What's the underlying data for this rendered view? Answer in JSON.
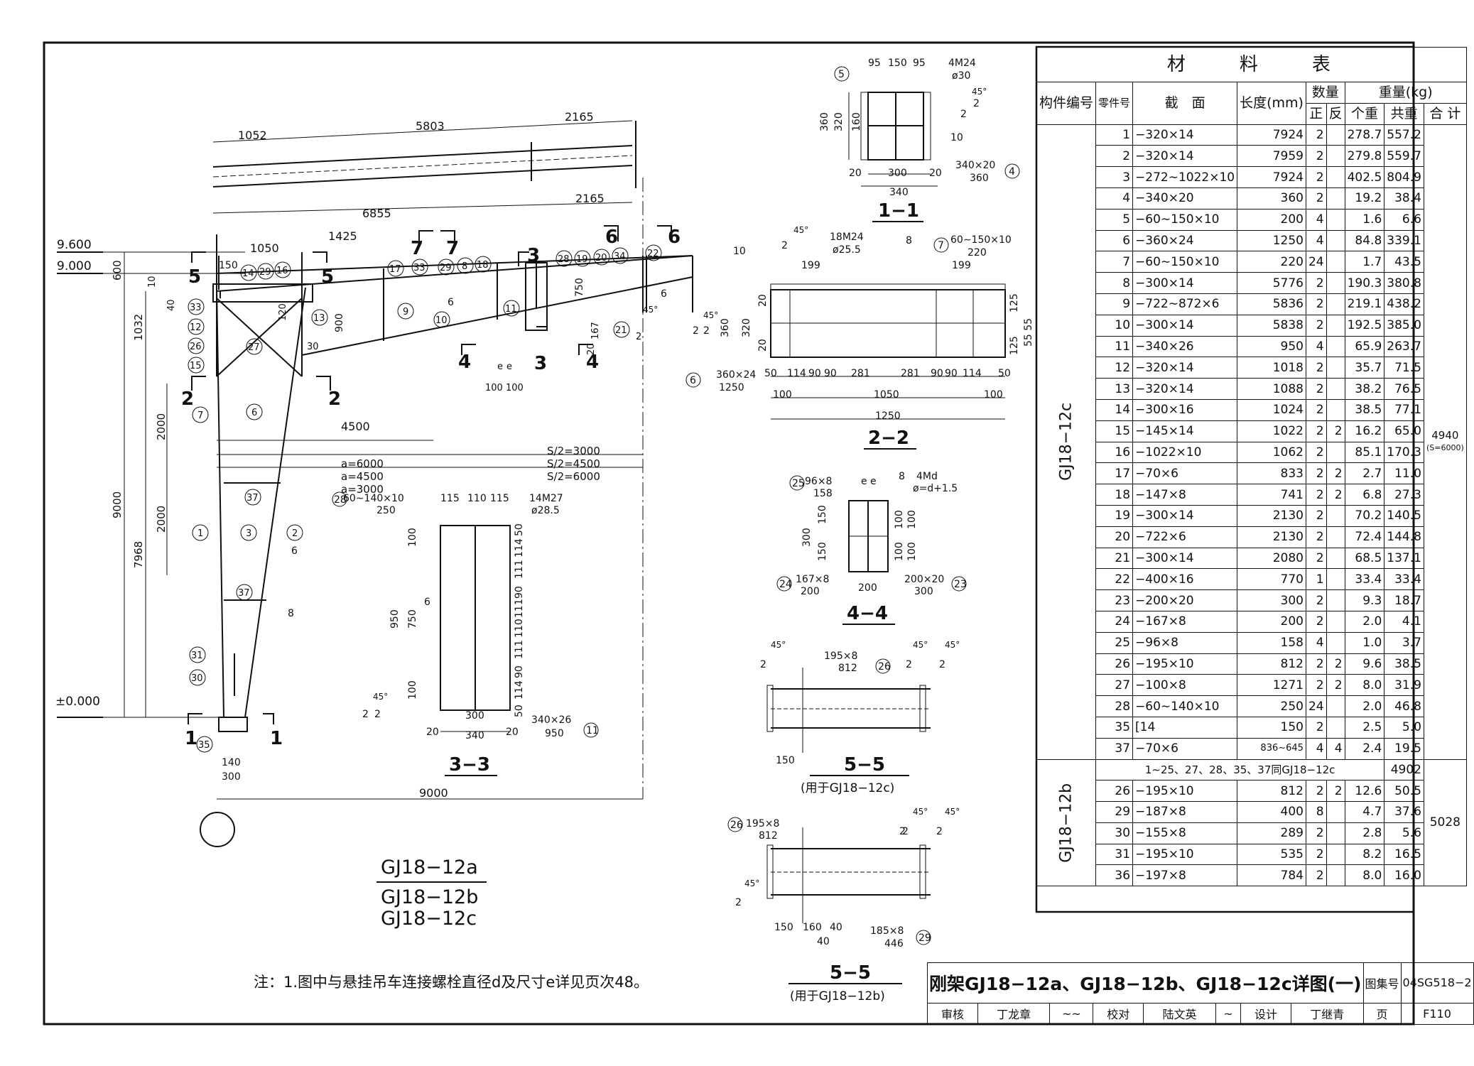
{
  "drawing": {
    "top_dims": [
      "1052",
      "5803",
      "2165",
      "6855",
      "2165",
      "1425",
      "1050",
      "150",
      "4500"
    ],
    "elevations": [
      "9.600",
      "9.000",
      "±0.000"
    ],
    "left_dims": [
      "600",
      "1032",
      "9000",
      "7968",
      "2000",
      "2000",
      "40",
      "10",
      "120",
      "900",
      "30"
    ],
    "spans": [
      "a=6000",
      "a=4500",
      "a=3000",
      "S/2=3000",
      "S/2=4500",
      "S/2=6000"
    ],
    "bottom_dims": [
      "9000",
      "140",
      "300"
    ],
    "small_dims": [
      "750",
      "167",
      "20",
      "e",
      "e",
      "100",
      "100",
      "45°",
      "2",
      "6",
      "6",
      "6",
      "8"
    ],
    "section_marks": [
      "5",
      "5",
      "7",
      "7",
      "3",
      "3",
      "6",
      "6",
      "2",
      "2",
      "4",
      "4",
      "1",
      "1"
    ],
    "part_balloons": [
      "14",
      "29",
      "16",
      "17",
      "33",
      "29",
      "8",
      "18",
      "28",
      "19",
      "20",
      "34",
      "22",
      "33",
      "12",
      "26",
      "27",
      "13",
      "15",
      "9",
      "10",
      "11",
      "21",
      "7",
      "6",
      "37",
      "1",
      "3",
      "2",
      "37",
      "31",
      "30",
      "35"
    ],
    "frame_labels": [
      "GJ18−12a",
      "GJ18−12b",
      "GJ18−12c"
    ],
    "note": "注：1.图中与悬挂吊车连接螺栓直径d及尺寸e详见页次48。"
  },
  "sections": {
    "s1": {
      "title": "1−1",
      "labels": [
        "95",
        "150",
        "95",
        "4M24",
        "ø30",
        "45°",
        "2",
        "2",
        "10",
        "360",
        "320",
        "160",
        "20",
        "300",
        "20",
        "340",
        "340×20",
        "360",
        "5",
        "4"
      ]
    },
    "s2": {
      "title": "2−2",
      "labels": [
        "45°",
        "2",
        "18M24",
        "ø25.5",
        "8",
        "60∼150×10",
        "220",
        "7",
        "199",
        "199",
        "10",
        "360",
        "320",
        "20",
        "20",
        "125",
        "125",
        "55 55",
        "360×24",
        "1250",
        "6",
        "50",
        "114",
        "90",
        "90",
        "281",
        "281",
        "90",
        "90",
        "114",
        "50",
        "100",
        "1050",
        "100",
        "1250",
        "45°",
        "2",
        "2"
      ]
    },
    "s3": {
      "title": "3−3",
      "labels": [
        "60∼140×10",
        "250",
        "28",
        "115",
        "110",
        "115",
        "14M27",
        "ø28.5",
        "950",
        "750",
        "100",
        "100",
        "50",
        "114",
        "111",
        "90",
        "111",
        "110",
        "111",
        "90",
        "114",
        "50",
        "6",
        "45°",
        "2",
        "2",
        "20",
        "300",
        "20",
        "340",
        "340×26",
        "950",
        "11"
      ]
    },
    "s4": {
      "title": "4−4",
      "labels": [
        "96×8",
        "158",
        "25",
        "e",
        "e",
        "8",
        "4Md",
        "ø=d+1.5",
        "300",
        "150",
        "150",
        "100",
        "100",
        "100",
        "100",
        "167×8",
        "200",
        "24",
        "200",
        "200×20",
        "300",
        "23"
      ]
    },
    "s5c": {
      "title": "5−5",
      "subtitle": "(用于GJ18−12c)",
      "labels": [
        "45°",
        "2",
        "195×8",
        "812",
        "26",
        "45°",
        "2",
        "45°",
        "2",
        "150"
      ]
    },
    "s5b": {
      "title": "5−5",
      "subtitle": "(用于GJ18−12b)",
      "labels": [
        "195×8",
        "812",
        "26",
        "45°",
        "2",
        "45°",
        "2",
        "2",
        "45°",
        "2",
        "150",
        "160",
        "40",
        "40",
        "185×8",
        "446",
        "29"
      ]
    }
  },
  "material_table": {
    "title": "材　　料　　表",
    "headers": {
      "member": "构件编号",
      "part": "零件号",
      "section": "截　面",
      "length": "长度(mm)",
      "qty": "数量",
      "qty_pos": "正",
      "qty_neg": "反",
      "weight": "重量(kg)",
      "unit_w": "个重",
      "total_w": "共重",
      "sum": "合 计"
    },
    "group_c": {
      "label": "GJ18−12c",
      "total": "4940",
      "total_note": "(S=6000)",
      "rows": [
        [
          "1",
          "−320×14",
          "7924",
          "2",
          "",
          "278.7",
          "557.2"
        ],
        [
          "2",
          "−320×14",
          "7959",
          "2",
          "",
          "279.8",
          "559.7"
        ],
        [
          "3",
          "−272∼1022×10",
          "7924",
          "2",
          "",
          "402.5",
          "804.9"
        ],
        [
          "4",
          "−340×20",
          "360",
          "2",
          "",
          "19.2",
          "38.4"
        ],
        [
          "5",
          "−60∼150×10",
          "200",
          "4",
          "",
          "1.6",
          "6.6"
        ],
        [
          "6",
          "−360×24",
          "1250",
          "4",
          "",
          "84.8",
          "339.1"
        ],
        [
          "7",
          "−60∼150×10",
          "220",
          "24",
          "",
          "1.7",
          "43.5"
        ],
        [
          "8",
          "−300×14",
          "5776",
          "2",
          "",
          "190.3",
          "380.8"
        ],
        [
          "9",
          "−722∼872×6",
          "5836",
          "2",
          "",
          "219.1",
          "438.2"
        ],
        [
          "10",
          "−300×14",
          "5838",
          "2",
          "",
          "192.5",
          "385.0"
        ],
        [
          "11",
          "−340×26",
          "950",
          "4",
          "",
          "65.9",
          "263.7"
        ],
        [
          "12",
          "−320×14",
          "1018",
          "2",
          "",
          "35.7",
          "71.5"
        ],
        [
          "13",
          "−320×14",
          "1088",
          "2",
          "",
          "38.2",
          "76.5"
        ],
        [
          "14",
          "−300×16",
          "1024",
          "2",
          "",
          "38.5",
          "77.1"
        ],
        [
          "15",
          "−145×14",
          "1022",
          "2",
          "2",
          "16.2",
          "65.0"
        ],
        [
          "16",
          "−1022×10",
          "1062",
          "2",
          "",
          "85.1",
          "170.3"
        ],
        [
          "17",
          "−70×6",
          "833",
          "2",
          "2",
          "2.7",
          "11.0"
        ],
        [
          "18",
          "−147×8",
          "741",
          "2",
          "2",
          "6.8",
          "27.3"
        ],
        [
          "19",
          "−300×14",
          "2130",
          "2",
          "",
          "70.2",
          "140.5"
        ],
        [
          "20",
          "−722×6",
          "2130",
          "2",
          "",
          "72.4",
          "144.8"
        ],
        [
          "21",
          "−300×14",
          "2080",
          "2",
          "",
          "68.5",
          "137.1"
        ],
        [
          "22",
          "−400×16",
          "770",
          "1",
          "",
          "33.4",
          "33.4"
        ],
        [
          "23",
          "−200×20",
          "300",
          "2",
          "",
          "9.3",
          "18.7"
        ],
        [
          "24",
          "−167×8",
          "200",
          "2",
          "",
          "2.0",
          "4.1"
        ],
        [
          "25",
          "−96×8",
          "158",
          "4",
          "",
          "1.0",
          "3.7"
        ],
        [
          "26",
          "−195×10",
          "812",
          "2",
          "2",
          "9.6",
          "38.5"
        ],
        [
          "27",
          "−100×8",
          "1271",
          "2",
          "2",
          "8.0",
          "31.9"
        ],
        [
          "28",
          "−60∼140×10",
          "250",
          "24",
          "",
          "2.0",
          "46.8"
        ],
        [
          "35",
          "[14",
          "150",
          "2",
          "",
          "2.5",
          "5.0"
        ],
        [
          "37",
          "−70×6",
          "836∼645",
          "4",
          "4",
          "2.4",
          "19.5"
        ]
      ]
    },
    "group_b": {
      "label": "GJ18−12b",
      "total": "5028",
      "same_as": "1∼25、27、28、35、37同GJ18−12c",
      "same_weight": "4902",
      "rows": [
        [
          "26",
          "−195×10",
          "812",
          "2",
          "2",
          "12.6",
          "50.5"
        ],
        [
          "29",
          "−187×8",
          "400",
          "8",
          "",
          "4.7",
          "37.6"
        ],
        [
          "30",
          "−155×8",
          "289",
          "2",
          "",
          "2.8",
          "5.6"
        ],
        [
          "31",
          "−195×10",
          "535",
          "2",
          "",
          "8.2",
          "16.5"
        ],
        [
          "36",
          "−197×8",
          "784",
          "2",
          "",
          "8.0",
          "16.0"
        ]
      ]
    }
  },
  "title_block": {
    "title": "刚架GJ18−12a、GJ18−12b、GJ18−12c详图(一)",
    "atlas_label": "图集号",
    "atlas_no": "04SG518−2",
    "review_label": "审核",
    "reviewer": "丁龙章",
    "check_label": "校对",
    "checker": "陆文英",
    "design_label": "设计",
    "designer": "丁继青",
    "page_label": "页",
    "page_no": "F110"
  }
}
